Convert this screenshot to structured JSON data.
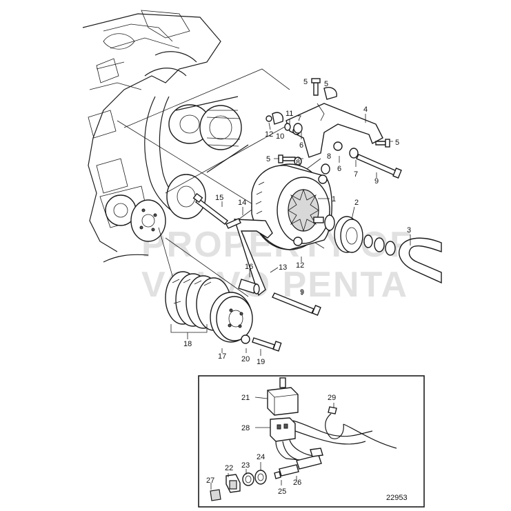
{
  "diagram": {
    "reference_number": "22953",
    "watermark": [
      "PROPERTY OF",
      "VOLVO PENTA"
    ],
    "callouts": [
      "1",
      "2",
      "3",
      "4",
      "5",
      "5",
      "5",
      "5",
      "6",
      "6",
      "7",
      "7",
      "8",
      "8",
      "9",
      "9",
      "10",
      "11",
      "12",
      "12",
      "13",
      "14",
      "15",
      "16",
      "17",
      "18",
      "19",
      "20",
      "21",
      "22",
      "23",
      "24",
      "25",
      "26",
      "27",
      "28",
      "29"
    ]
  }
}
